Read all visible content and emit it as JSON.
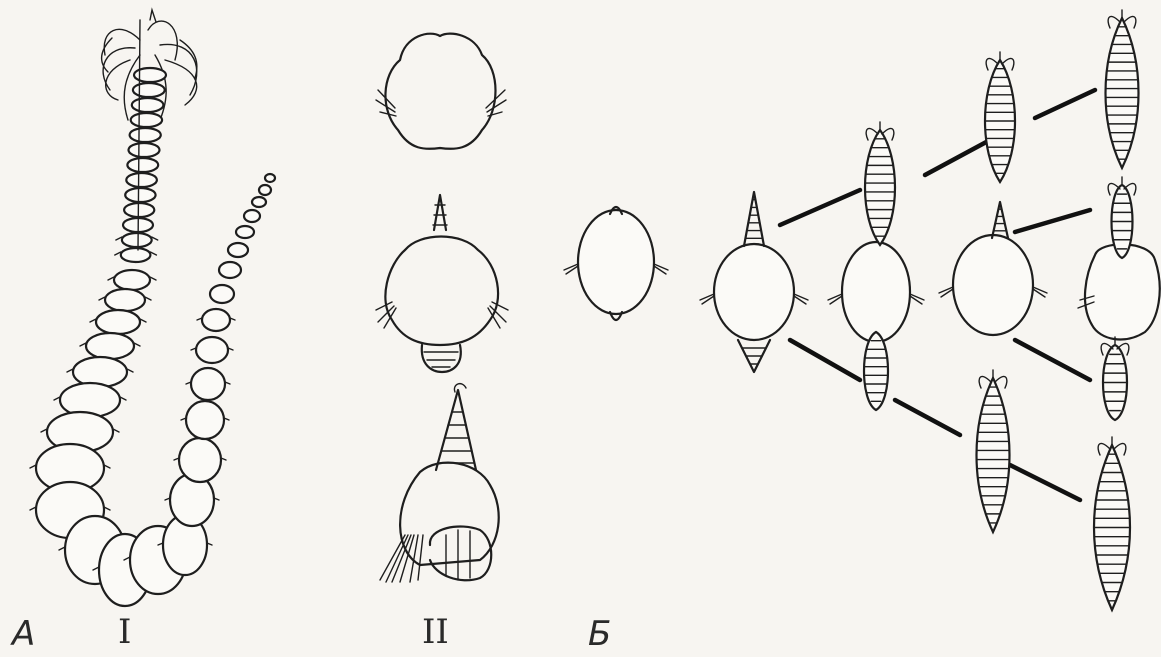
{
  "labels": {
    "panel_a": "A",
    "stage_1": "I",
    "stage_2": "II",
    "panel_b": "Б"
  },
  "colors": {
    "ink": "#1e1e1e",
    "paper": "#f7f5f1"
  }
}
